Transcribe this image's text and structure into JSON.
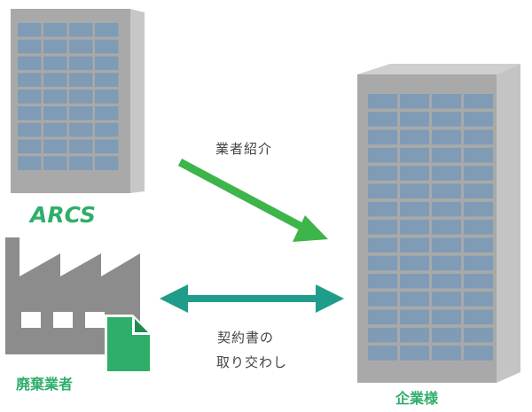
{
  "labels": {
    "arcs_logo": "ARCS",
    "intro_arrow": "業者紹介",
    "contract_line1": "契約書の",
    "contract_line2": "取り交わし",
    "waste_company": "廃棄業者",
    "client_company": "企業様"
  },
  "colors": {
    "green_arrow": "#3db54a",
    "teal_arrow": "#1f9d8a",
    "label_green": "#2fae6a",
    "building_face": "#a9a9a9",
    "window": "#7f9bb5",
    "factory": "#8c8c8c",
    "document": "#2fae6a"
  }
}
